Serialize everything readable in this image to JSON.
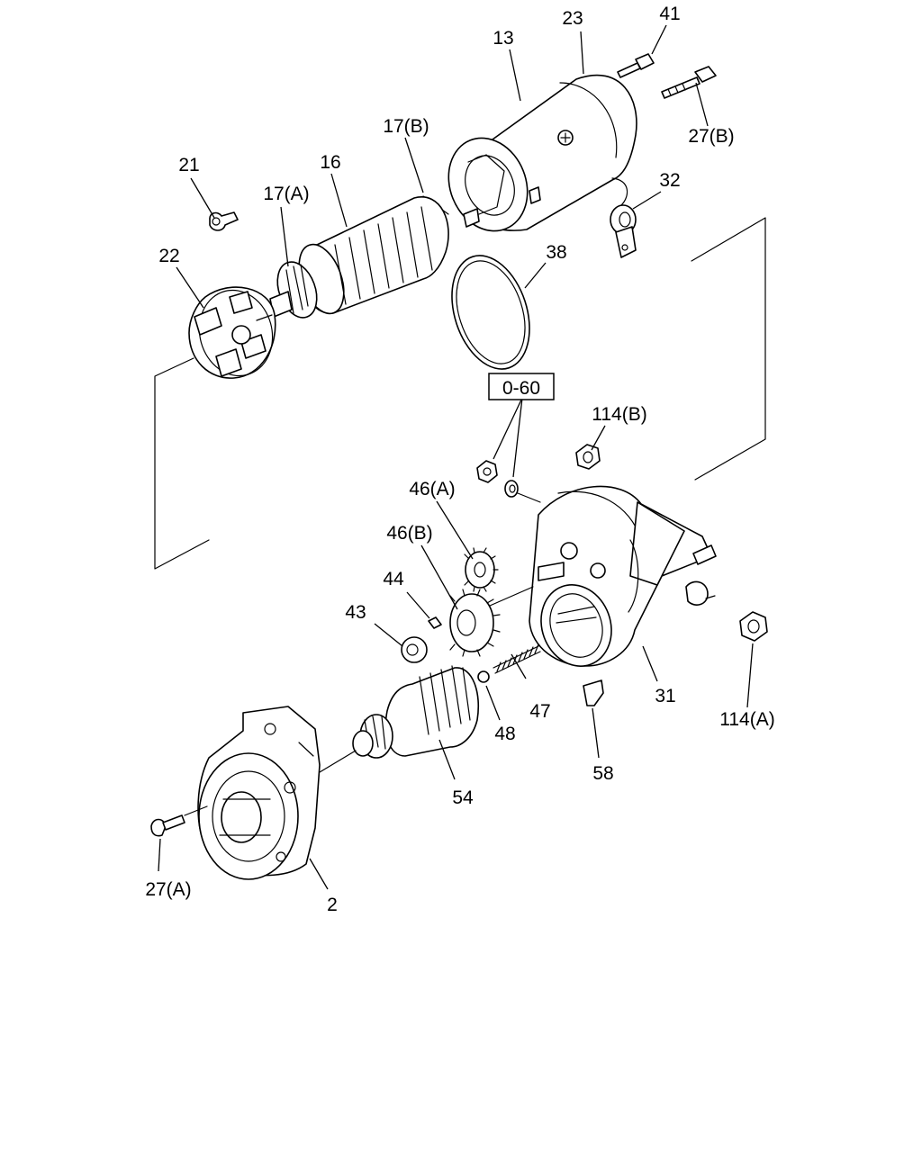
{
  "labels": {
    "p13": "13",
    "p23": "23",
    "p41": "41",
    "p27b": "27(B)",
    "p17b": "17(B)",
    "p21": "21",
    "p16": "16",
    "p17a": "17(A)",
    "p32": "32",
    "p22": "22",
    "p38": "38",
    "ref": "0-60",
    "p114b": "114(B)",
    "p46a": "46(A)",
    "p46b": "46(B)",
    "p44": "44",
    "p43": "43",
    "p47": "47",
    "p31": "31",
    "p114a": "114(A)",
    "p48": "48",
    "p58": "58",
    "p54": "54",
    "p27a": "27(A)",
    "p2": "2"
  }
}
